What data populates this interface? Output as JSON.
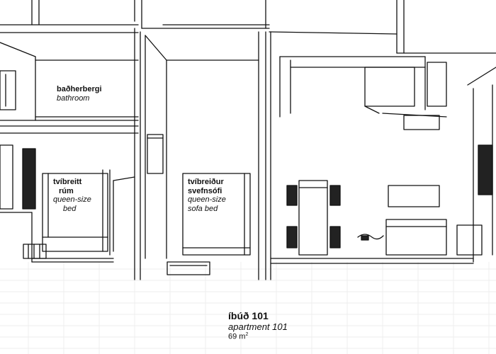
{
  "rooms": {
    "bathroom": {
      "name_is": "baðherbergi",
      "name_en": "bathroom"
    },
    "bedroom": {
      "name_is_line1": "tvíbreitt",
      "name_is_line2": "rúm",
      "name_en_line1": "queen-size",
      "name_en_line2": "bed"
    },
    "sofa_room": {
      "name_is_line1": "tvíbreiður",
      "name_is_line2": "svefnsófi",
      "name_en_line1": "queen-size",
      "name_en_line2": "sofa bed"
    }
  },
  "apartment": {
    "title_is": "íbúð 101",
    "title_en": "apartment 101",
    "area_value": "69 m",
    "area_exp": "2"
  },
  "colors": {
    "line": "#111111",
    "grid": "#e6e6e6",
    "background": "#ffffff"
  }
}
